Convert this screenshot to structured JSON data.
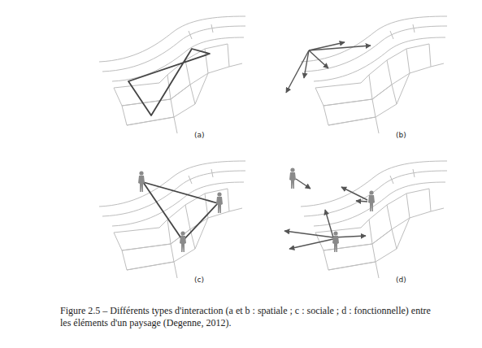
{
  "diagram": {
    "caption": "Figure 2.5 – Différents types d'interaction (a et b : spatiale ; c : sociale ; d : fonctionnelle) entre les éléments d'un paysage (Degenne, 2012).",
    "labels": [
      "(a)",
      "(b)",
      "(c)",
      "(d)"
    ]
  }
}
